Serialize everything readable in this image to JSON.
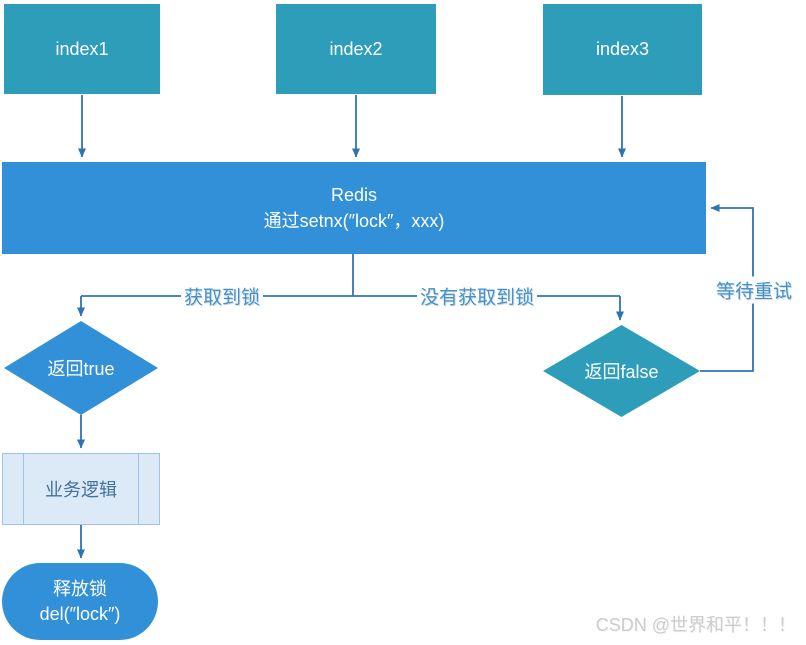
{
  "diagram": {
    "nodes": {
      "index1": "index1",
      "index2": "index2",
      "index3": "index3",
      "redis_title": "Redis",
      "redis_subtitle": "通过setnx(″lock″，xxx)",
      "return_true": "返回true",
      "return_false": "返回false",
      "business_logic": "业务逻辑",
      "release_lock_line1": "释放锁",
      "release_lock_line2": "del(″lock″)"
    },
    "edge_labels": {
      "acquired": "获取到锁",
      "not_acquired": "没有获取到锁",
      "retry": "等待重试"
    },
    "watermark": "CSDN @世界和平！！！",
    "colors": {
      "teal": "#2D9DB9",
      "blue": "#3190D7",
      "line": "#2E74B5",
      "light_fill": "#DCE9F7",
      "light_border": "#9DC3E6",
      "label_text": "#3E93D0",
      "process_text": "#41719C",
      "watermark_text": "#CCCCCC"
    }
  }
}
